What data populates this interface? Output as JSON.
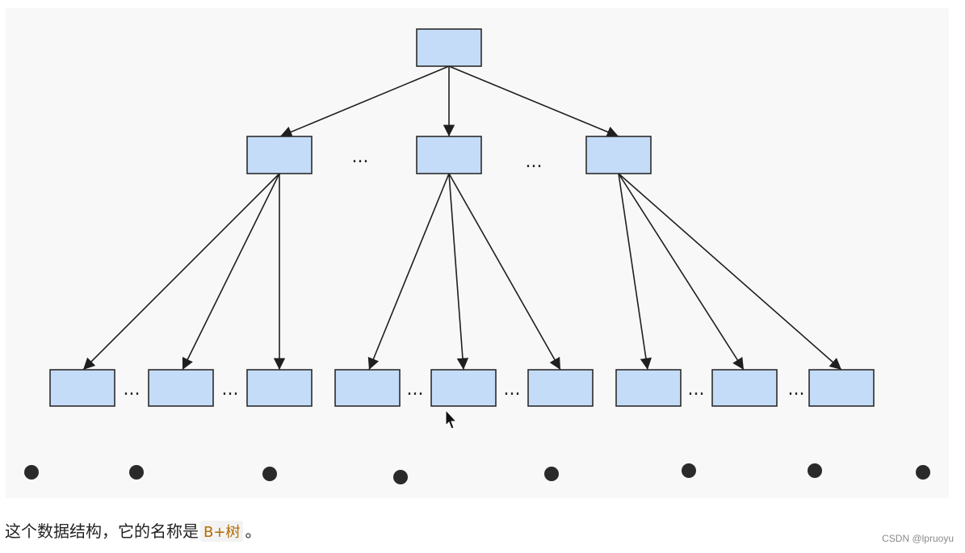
{
  "caption": {
    "prefix": "这个数据结构，它的名称是",
    "term": "B+树",
    "suffix": "。"
  },
  "watermark": "CSDN @lpruoyu",
  "diagram": {
    "levels": 3,
    "ellipsis_glyph": "...",
    "colors": {
      "node_fill": "#c5dcf8",
      "node_stroke": "#2b2b2b",
      "edge": "#1f1f1f",
      "dot": "#2a2a2a",
      "panel_bg": "#f8f8f8",
      "caption_term": "#b36b00"
    }
  }
}
